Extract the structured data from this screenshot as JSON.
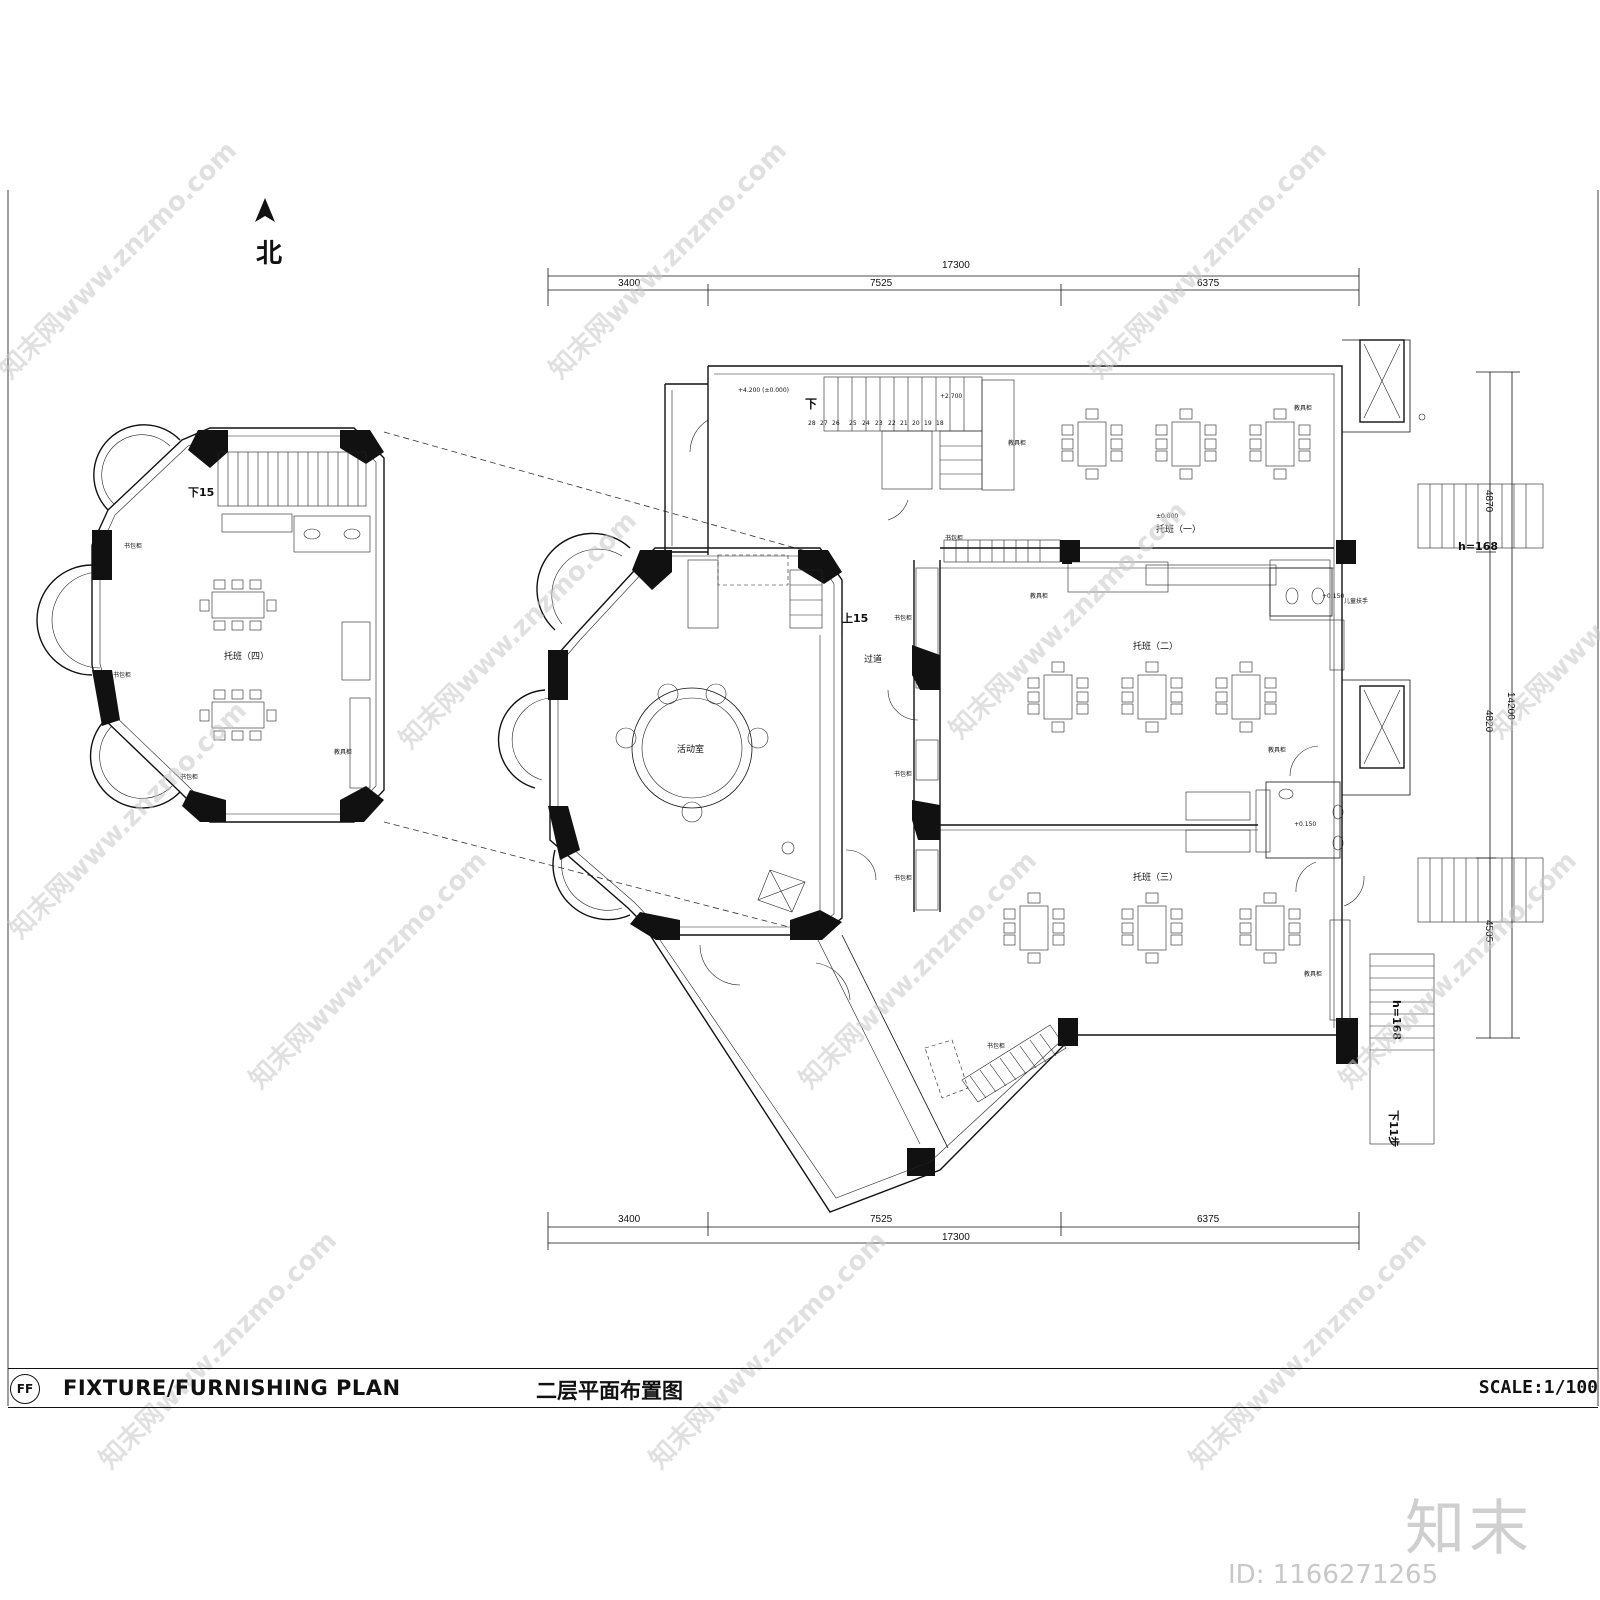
{
  "north": {
    "arrow": "▲",
    "label": "北"
  },
  "dimensions": {
    "top_total": "17300",
    "top_segments": [
      "3400",
      "7525",
      "6375"
    ],
    "bottom_total": "17300",
    "bottom_segments": [
      "3400",
      "7525",
      "6375"
    ],
    "right_total": "14200",
    "right_segments": [
      "4870",
      "4820",
      "4505"
    ]
  },
  "rooms": {
    "nursery_1": "托班（一）",
    "nursery_2": "托班（二）",
    "nursery_3": "托班（三）",
    "nursery_4": "托班（四）",
    "activity_room": "活动室",
    "corridor": "过道"
  },
  "annotations": {
    "stair_down_15": "下15",
    "stair_up_15": "上15",
    "stair_down": "下",
    "stair_numbers": [
      "28",
      "27",
      "26",
      "25",
      "24",
      "23",
      "22",
      "21",
      "20",
      "19",
      "18"
    ],
    "level_4200": "+4.200 (±0.000)",
    "level_2700": "+2.700",
    "level_0000": "±0.000",
    "level_0150a": "+0.150",
    "level_0150b": "+0.150",
    "h168_top": "h=168",
    "h168_bottom": "h=168",
    "down_11": "下11步",
    "bag_cabinet": "书包柜",
    "toy_cabinet": "教具柜",
    "child_handrail": "儿童扶手"
  },
  "title_block": {
    "badge": "FF",
    "title_en": "FIXTURE/FURNISHING PLAN",
    "title_cn": "二层平面布置图",
    "scale": "SCALE:1/100"
  },
  "watermark": {
    "text": "知末网www.znzmo.com",
    "brand": "知末",
    "id": "ID: 1166271265"
  }
}
